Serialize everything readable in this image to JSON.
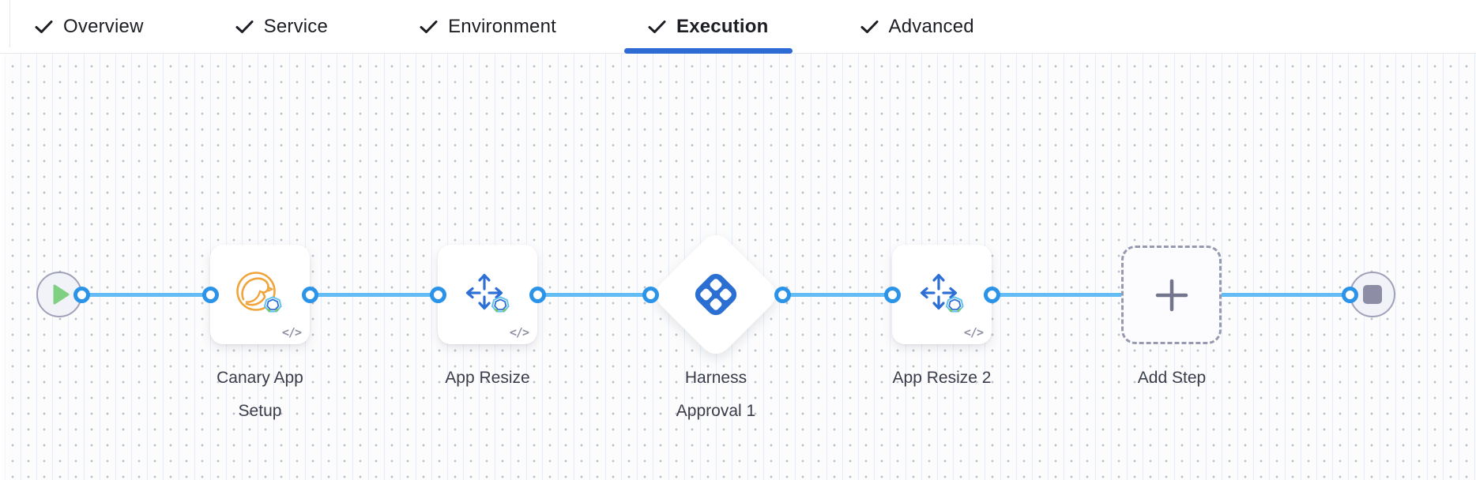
{
  "tabs": {
    "active_tab": "Execution",
    "items": [
      {
        "label": "Overview",
        "checked": true,
        "active": false
      },
      {
        "label": "Service",
        "checked": true,
        "active": false
      },
      {
        "label": "Environment",
        "checked": true,
        "active": false
      },
      {
        "label": "Execution",
        "checked": true,
        "active": true
      },
      {
        "label": "Advanced",
        "checked": true,
        "active": false
      }
    ]
  },
  "pipeline": {
    "start_node": {
      "icon": "play-icon"
    },
    "end_node": {
      "icon": "stop-icon"
    },
    "steps": [
      {
        "label": "Canary App Setup",
        "icon": "canary-app-setup-icon",
        "shape": "card",
        "code_badge": "</>"
      },
      {
        "label": "App Resize",
        "icon": "resize-arrows-icon",
        "shape": "card",
        "code_badge": "</>"
      },
      {
        "label": "Harness Approval 1",
        "icon": "harness-approval-icon",
        "shape": "diamond"
      },
      {
        "label": "App Resize 2",
        "icon": "resize-arrows-icon",
        "shape": "card",
        "code_badge": "</>"
      },
      {
        "label": "Add Step",
        "icon": "plus-icon",
        "shape": "add-placeholder"
      }
    ]
  },
  "colors": {
    "active_tab_underline": "#2f6bd4",
    "connector_line": "#63bdf4",
    "port_ring": "#2b93e8",
    "play_green": "#7fd080",
    "canary_orange": "#f0a43c",
    "step_icon_blue": "#2e6fd6",
    "approval_logo_blue": "#2b6fd3",
    "node_gray": "#8d8ea5",
    "label_text": "#3b3c4a",
    "canvas_bg": "#fcfcfd"
  }
}
